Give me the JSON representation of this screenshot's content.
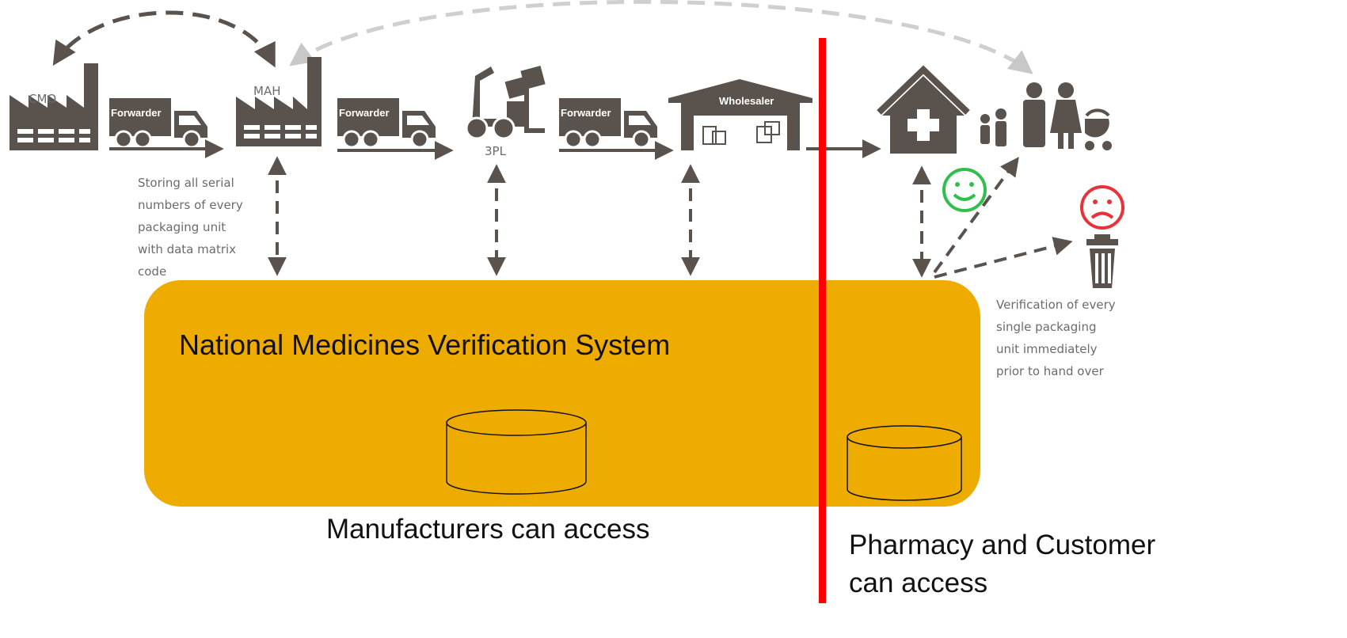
{
  "nodes": {
    "cmo": "CMO",
    "mah": "MAH",
    "forwarder_1": "Forwarder",
    "forwarder_2": "Forwarder",
    "forwarder_3": "Forwarder",
    "tpl": "3PL",
    "wholesaler": "Wholesaler"
  },
  "notes": {
    "storing": [
      "Storing all serial",
      "numbers of every",
      "packaging unit",
      "with data matrix",
      "code"
    ],
    "verification": [
      "Verification of every",
      "single packaging",
      "unit immediately",
      "prior to hand over"
    ]
  },
  "system_label": "National Medicines Verification System",
  "access": {
    "manufacturers": "Manufacturers can access",
    "pharmacy_line1": "Pharmacy and Customer",
    "pharmacy_line2": "can access"
  },
  "icons": {
    "factory": "factory-icon",
    "truck": "truck-icon",
    "forklift": "forklift-icon",
    "warehouse": "warehouse-icon",
    "pharmacy": "pharmacy-house-icon",
    "family": "family-icon",
    "happy": "happy-face-icon",
    "sad": "sad-face-icon",
    "trash": "trash-bin-icon",
    "database": "database-icon"
  },
  "colors": {
    "icon_gray": "#5a524c",
    "system_box": "#eeab00",
    "divider": "#ff0000",
    "happy": "#2fbf4a",
    "sad": "#e8323a"
  }
}
